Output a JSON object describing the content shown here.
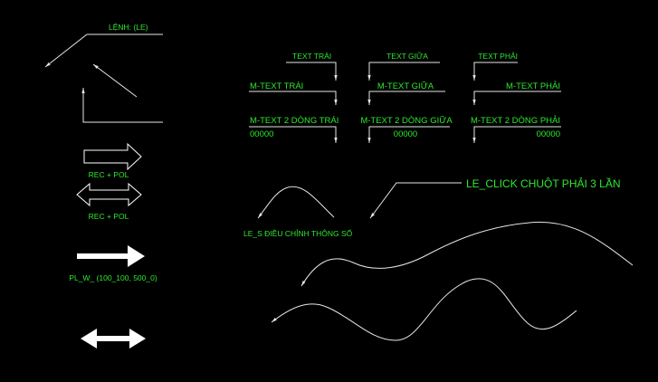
{
  "labels": {
    "leader_le": "LỆNH: (LE)",
    "rec_pol_1": "REC + POL",
    "rec_pol_2": "REC + POL",
    "pl_w": "PL_W_ (100_100, 500_0)",
    "text_trai": "TEXT TRÁI",
    "text_giua": "TEXT GIỮA",
    "text_phai": "TEXT PHẢI",
    "mtext_trai": "M-TEXT TRÁI",
    "mtext_giua": "M-TEXT GIỮA",
    "mtext_phai": "M-TEXT PHẢI",
    "mtext2_trai": "M-TEXT 2 DÒNG TRÁI",
    "mtext2_giua": "M-TEXT 2 DÒNG GIỮA",
    "mtext2_phai": "M-TEXT 2 DÒNG PHẢI",
    "zeros_trai": "00000",
    "zeros_giua": "00000",
    "zeros_phai": "00000",
    "le_s": "LE_S ĐIỀU CHỈNH THÔNG SỐ",
    "le_click": "LE_CLICK CHUỘT PHẢI 3 LẦN"
  },
  "colors": {
    "background": "#000000",
    "text": "#2ee82e",
    "lines": "#e6e6e6"
  }
}
